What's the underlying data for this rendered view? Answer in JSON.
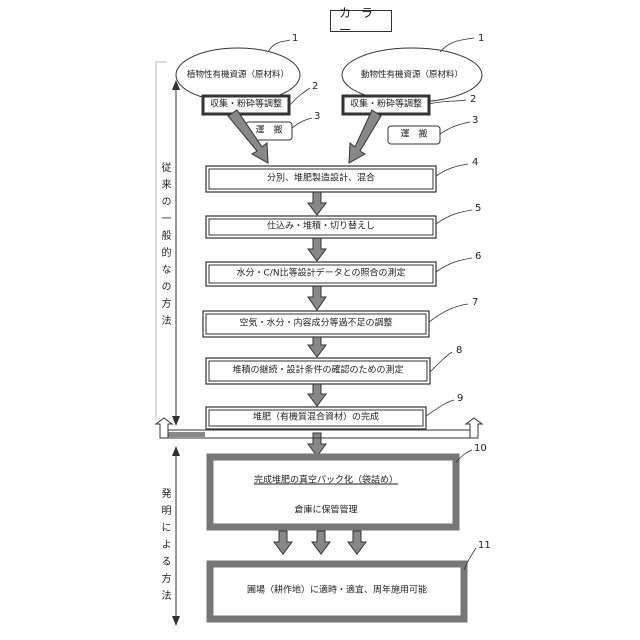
{
  "title": "カラー",
  "sources": {
    "plant": "植物性有機資源（原材料）",
    "animal": "動物性有機資源（原材料）"
  },
  "prep": {
    "left": "収集・粉砕等調整",
    "right": "収集・粉砕等調整"
  },
  "transport": {
    "left": "運　搬",
    "right": "運　搬"
  },
  "steps": [
    "分別、堆肥製造設計、混合",
    "仕込み・堆積・切り替えし",
    "水分・C/N比等設計データとの照合の測定",
    "空気・水分・内容成分等過不足の調整",
    "堆積の継続・設計条件の確認のための測定",
    "堆肥（有機質混合資材）の完成"
  ],
  "invention": {
    "line1": "完成堆肥の真空パック化（袋詰め）",
    "line2": "倉庫に保管管理",
    "final": "圃場（耕作地）に適時・適宜、周年施用可能"
  },
  "side_labels": {
    "conventional": "従来の一般的なの方法",
    "invention": "発明による方法"
  },
  "ref_numbers": {
    "plant": "1",
    "animal": "1",
    "prep_left": "2",
    "prep_right": "2",
    "transport_left": "3",
    "transport_right": "3",
    "step1": "4",
    "step2": "5",
    "step3": "6",
    "step4": "7",
    "step5": "8",
    "step6": "9",
    "invention_box": "10",
    "final_box": "11"
  }
}
